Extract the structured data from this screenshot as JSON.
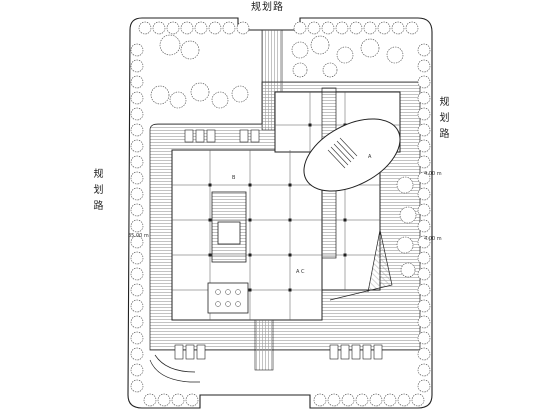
{
  "roads": {
    "top": "规划路",
    "right": "规划路",
    "left": "规划路"
  },
  "dims": {
    "left_width": "35.00 m",
    "right_upper": "4.00 m",
    "right_lower": "4.00 m"
  },
  "rooms": {
    "a": "A",
    "b": "B",
    "c": "A C"
  },
  "colors": {
    "line": "#222222",
    "hatch": "#9a9a9a",
    "tree": "#444444"
  }
}
